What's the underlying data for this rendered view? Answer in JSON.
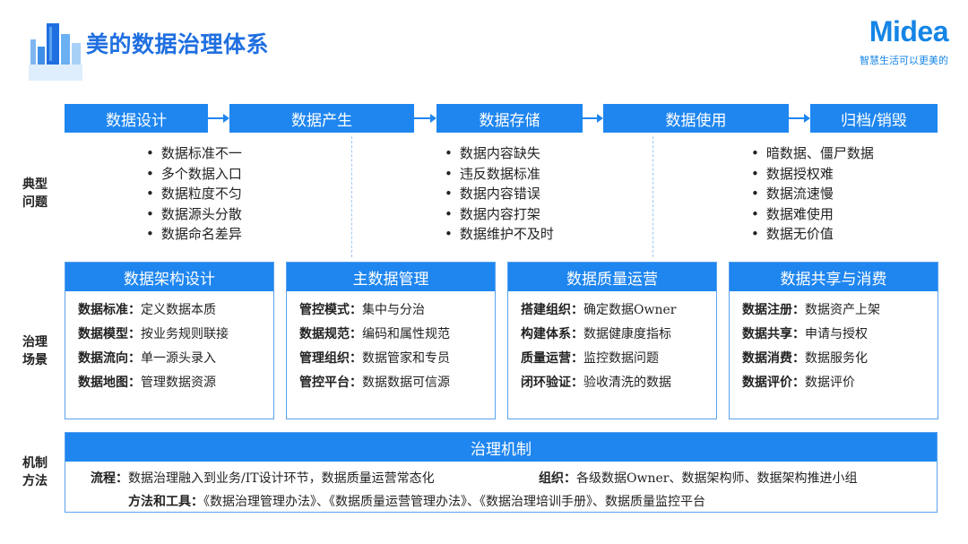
{
  "header": {
    "title": "美的数据治理体系",
    "brand_name": "Midea",
    "brand_slogan": "智慧生活可以更美的"
  },
  "colors": {
    "accent": "#1f86f0",
    "title": "#1f6fe0",
    "brand": "#1585e6"
  },
  "row_labels": {
    "problems": [
      "典型",
      "问题"
    ],
    "scenarios": [
      "治理",
      "场景"
    ],
    "mechanism": [
      "机制",
      "方法"
    ]
  },
  "stages": [
    "数据设计",
    "数据产生",
    "数据存储",
    "数据使用",
    "归档/销毁"
  ],
  "problems": [
    [
      "数据标准不一",
      "多个数据入口",
      "数据粒度不匀",
      "数据源头分散",
      "数据命名差异"
    ],
    [
      "数据内容缺失",
      "违反数据标准",
      "数据内容错误",
      "数据内容打架",
      "数据维护不及时"
    ],
    [
      "暗数据、僵尸数据",
      "数据授权难",
      "数据流速慢",
      "数据难使用",
      "数据无价值"
    ]
  ],
  "scenarios": [
    {
      "title": "数据架构设计",
      "items": [
        {
          "key": "数据标准：",
          "val": "定义数据本质"
        },
        {
          "key": "数据模型：",
          "val": "按业务规则联接"
        },
        {
          "key": "数据流向：",
          "val": "单一源头录入"
        },
        {
          "key": "数据地图：",
          "val": "管理数据资源"
        }
      ]
    },
    {
      "title": "主数据管理",
      "items": [
        {
          "key": "管控模式：",
          "val": "集中与分治"
        },
        {
          "key": "数据规范：",
          "val": "编码和属性规范"
        },
        {
          "key": "管理组织：",
          "val": "数据管家和专员"
        },
        {
          "key": "管控平台：",
          "val": "数据数据可信源"
        }
      ]
    },
    {
      "title": "数据质量运营",
      "items": [
        {
          "key": "搭建组织：",
          "val": "确定数据Owner"
        },
        {
          "key": "构建体系：",
          "val": "数据健康度指标"
        },
        {
          "key": "质量运营：",
          "val": "监控数据问题"
        },
        {
          "key": "闭环验证：",
          "val": "验收清洗的数据"
        }
      ]
    },
    {
      "title": "数据共享与消费",
      "items": [
        {
          "key": "数据注册：",
          "val": "数据资产上架"
        },
        {
          "key": "数据共享：",
          "val": "申请与授权"
        },
        {
          "key": "数据消费：",
          "val": "数据服务化"
        },
        {
          "key": "数据评价：",
          "val": "数据评价"
        }
      ]
    }
  ],
  "mechanism": {
    "title": "治理机制",
    "process_key": "流程：",
    "process_val": "数据治理融入到业务/IT设计环节，数据质量运营常态化",
    "org_key": "组织：",
    "org_val": "各级数据Owner、数据架构师、数据架构推进小组",
    "tools_key": "方法和工具：",
    "tools_val": "《数据治理管理办法》、《数据质量运营管理办法》、《数据治理培训手册》、数据质量监控平台"
  }
}
